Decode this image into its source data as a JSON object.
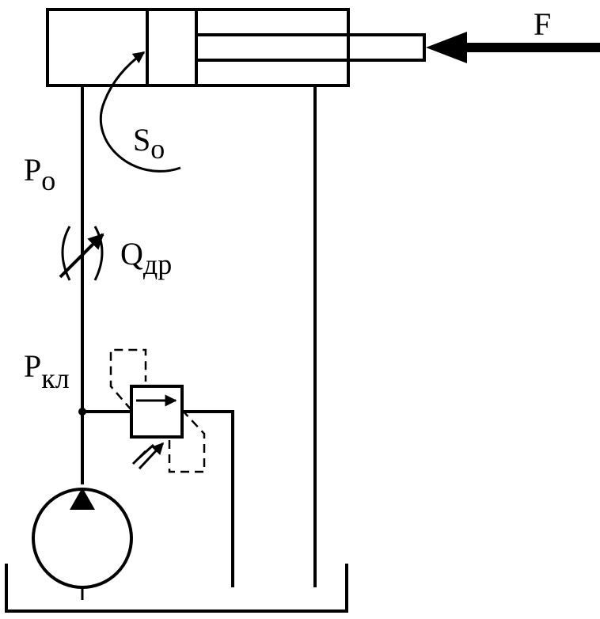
{
  "labels": {
    "force": {
      "main": "F"
    },
    "area": {
      "main": "S",
      "sub": "o"
    },
    "pressure_o": {
      "main": "P",
      "sub": "o"
    },
    "flow": {
      "main": "Q",
      "sub": "др"
    },
    "pressure_kl": {
      "main": "P",
      "sub": "кл"
    }
  },
  "colors": {
    "line": "#000000",
    "background": "#ffffff"
  }
}
